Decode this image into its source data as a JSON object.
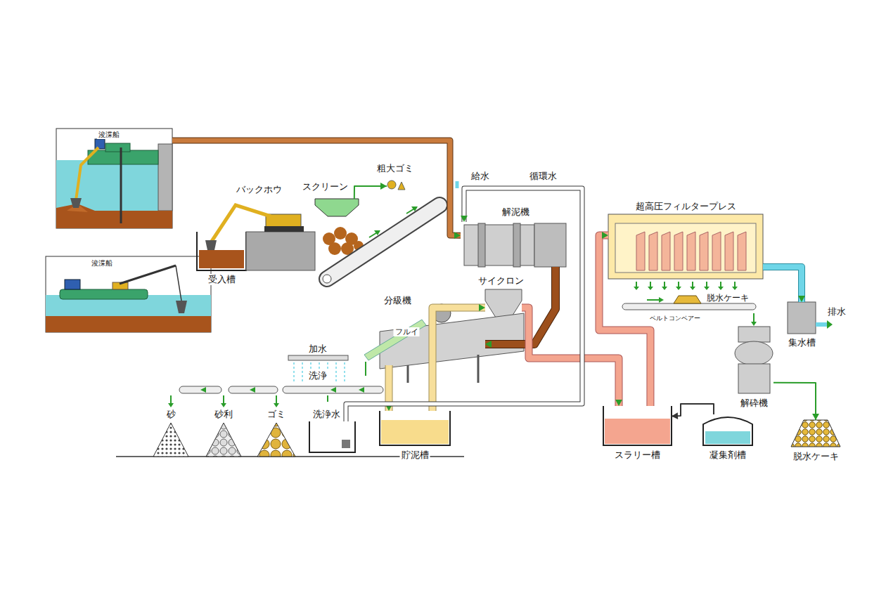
{
  "diagram": {
    "nodes": [
      {
        "text": [
          "浚渫船"
        ]
      },
      {
        "text": [
          "浚渫船"
        ]
      },
      {
        "text": [
          "受入槽"
        ]
      },
      {
        "text": [
          "スクリーン"
        ]
      },
      {
        "text": [
          "粗大ゴミ"
        ]
      },
      {
        "text": [
          "解泥機"
        ]
      },
      {
        "text": [
          "サイクロン"
        ]
      },
      {
        "text": [
          "分級機"
        ]
      },
      {
        "text": [
          "貯泥槽"
        ]
      },
      {
        "text": [
          "スラリー槽"
        ]
      },
      {
        "text": [
          "凝集剤槽"
        ]
      },
      {
        "text": [
          "超高圧フィルタープレス"
        ]
      },
      {
        "text": [
          "集水槽"
        ]
      },
      {
        "text": [
          "解砕機"
        ]
      },
      {
        "text": [
          "脱水ケーキ"
        ]
      },
      {
        "text": [
          "洗浄水"
        ]
      },
      {
        "text": [
          "砂"
        ]
      },
      {
        "text": [
          "砂利"
        ]
      },
      {
        "text": [
          "ゴミ"
        ]
      }
    ],
    "edges": [
      {
        "from": 0,
        "to": 5,
        "arrow": "to"
      },
      {
        "from": 3,
        "to": 4,
        "arrow": "to"
      },
      {
        "from": 5,
        "to": 7,
        "arrow": "to"
      },
      {
        "from": 7,
        "to": 8,
        "arrow": "to"
      },
      {
        "from": 8,
        "to": 6,
        "arrow": "to"
      },
      {
        "from": 6,
        "to": 9,
        "arrow": "to"
      },
      {
        "from": 9,
        "to": 11,
        "arrow": "to"
      },
      {
        "from": 11,
        "to": 12,
        "arrow": "to"
      },
      {
        "from": 10,
        "to": 9,
        "arrow": "to"
      },
      {
        "from": 15,
        "to": 5,
        "arrow": "to"
      },
      {
        "from": 13,
        "to": 14,
        "arrow": "to"
      }
    ],
    "labels": [
      "給水",
      "循環水",
      "バックホウ",
      "フルイ",
      "加水",
      "洗浄",
      "脱水ケーキ",
      "ベルトコンベアー",
      "排水"
    ]
  }
}
